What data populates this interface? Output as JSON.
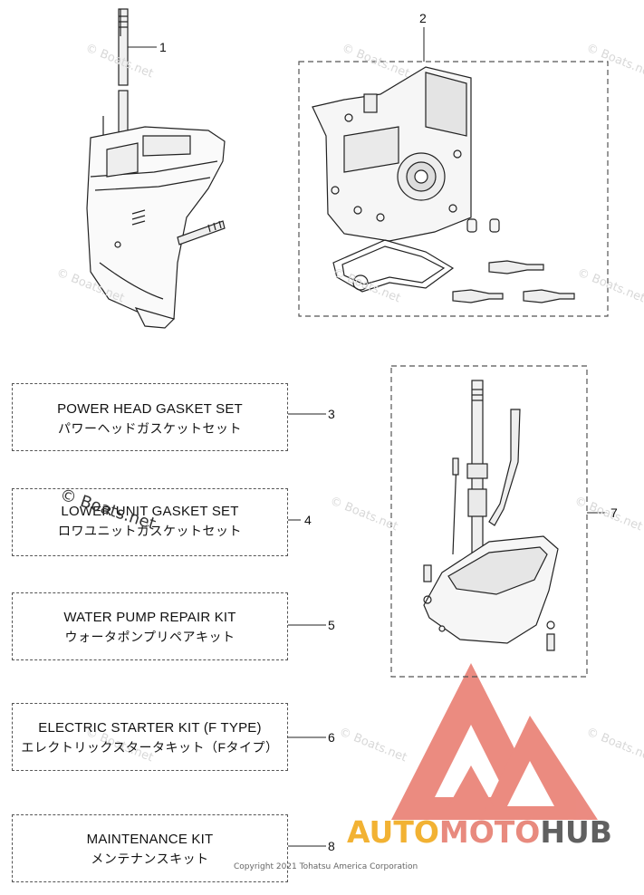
{
  "parts": [
    {
      "num": "1"
    },
    {
      "num": "2"
    },
    {
      "num": "3",
      "en": "POWER HEAD GASKET SET",
      "ja": "パワーヘッドガスケットセット"
    },
    {
      "num": "4",
      "en": "LOWER UNIT GASKET SET",
      "ja": "ロワユニットガスケットセット"
    },
    {
      "num": "5",
      "en": "WATER PUMP REPAIR KIT",
      "ja": "ウォータポンプリペアキット"
    },
    {
      "num": "6",
      "en": "ELECTRIC STARTER KIT (F TYPE)",
      "ja": "エレクトリックスタータキット（Fタイプ）"
    },
    {
      "num": "7"
    },
    {
      "num": "8",
      "en": "MAINTENANCE KIT",
      "ja": "メンテナンスキット"
    }
  ],
  "watermark": "© Boats.net",
  "watermark_prominent": "© Boats.net",
  "copyright": "Copyright 2021 Tohatsu America Corporation",
  "brand": {
    "part1": "AUTO",
    "part2": "MOTO",
    "part3": "HUB",
    "colors": {
      "auto": "#f2b233",
      "moto": "#e88a7e",
      "hub": "#606060",
      "logo": "#e8776b"
    }
  }
}
